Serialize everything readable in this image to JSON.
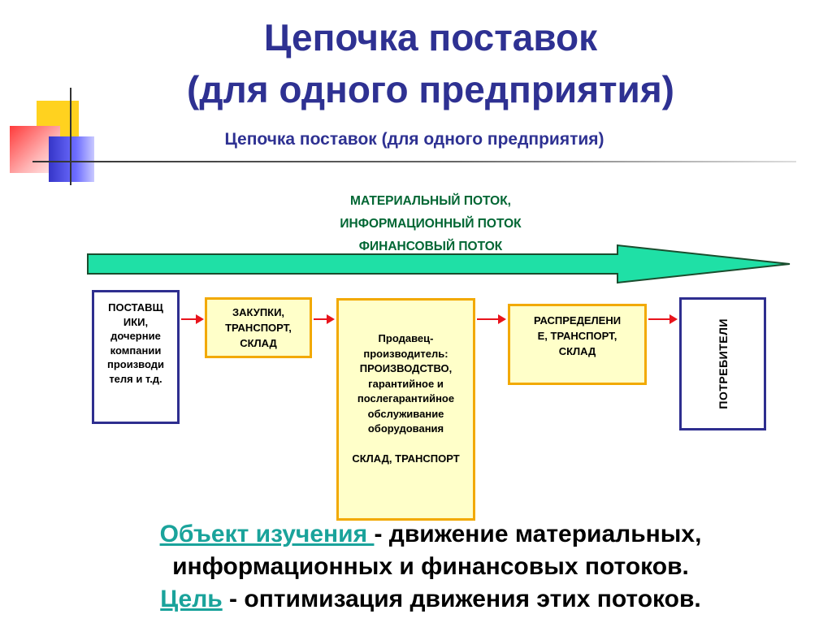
{
  "title": {
    "line1": "Цепочка поставок",
    "line2": "(для одного предприятия)"
  },
  "subtitle": "Цепочка поставок (для одного предприятия)",
  "flows": {
    "line1": "МАТЕРИАЛЬНЫЙ ПОТОК,",
    "line2": "ИНФОРМАЦИОННЫЙ ПОТОК",
    "line3": "ФИНАНСОВЫЙ ПОТОК"
  },
  "boxes": {
    "suppliers": {
      "line1": "ПОСТАВЩ",
      "line2": "ИКИ,",
      "line3": "дочерние",
      "line4": "компании",
      "line5": "производи",
      "line6": "теля и т.д."
    },
    "procurement": {
      "line1": "ЗАКУПКИ,",
      "line2": "ТРАНСПОРТ,",
      "line3": "СКЛАД"
    },
    "manufacturer": {
      "line1": "Продавец-",
      "line2": "производитель:",
      "line3": "ПРОИЗВОДСТВО,",
      "line4": "гарантийное и",
      "line5": "послегарантийное",
      "line6": "обслуживание",
      "line7": "оборудования",
      "line8": "СКЛАД, ТРАНСПОРТ"
    },
    "distribution": {
      "line1": "РАСПРЕДЕЛЕНИ",
      "line2": "Е, ТРАНСПОРТ,",
      "line3": "СКЛАД"
    },
    "consumers": {
      "label": "ПОТРЕБИТЕЛИ"
    }
  },
  "bottom": {
    "object_link": "Объект изучения ",
    "object_rest": "- движение материальных,",
    "line2": "информационных и финансовых потоков.",
    "goal_link": "Цель",
    "goal_rest": " - оптимизация движения этих потоков."
  },
  "colors": {
    "title": "#2e3192",
    "flow_text": "#006633",
    "arrow_fill": "#1fe0a6",
    "connector": "#e8141c",
    "box_border_blue": "#2e2e8f",
    "box_border_orange": "#f2a900",
    "link": "#1aa39b"
  }
}
